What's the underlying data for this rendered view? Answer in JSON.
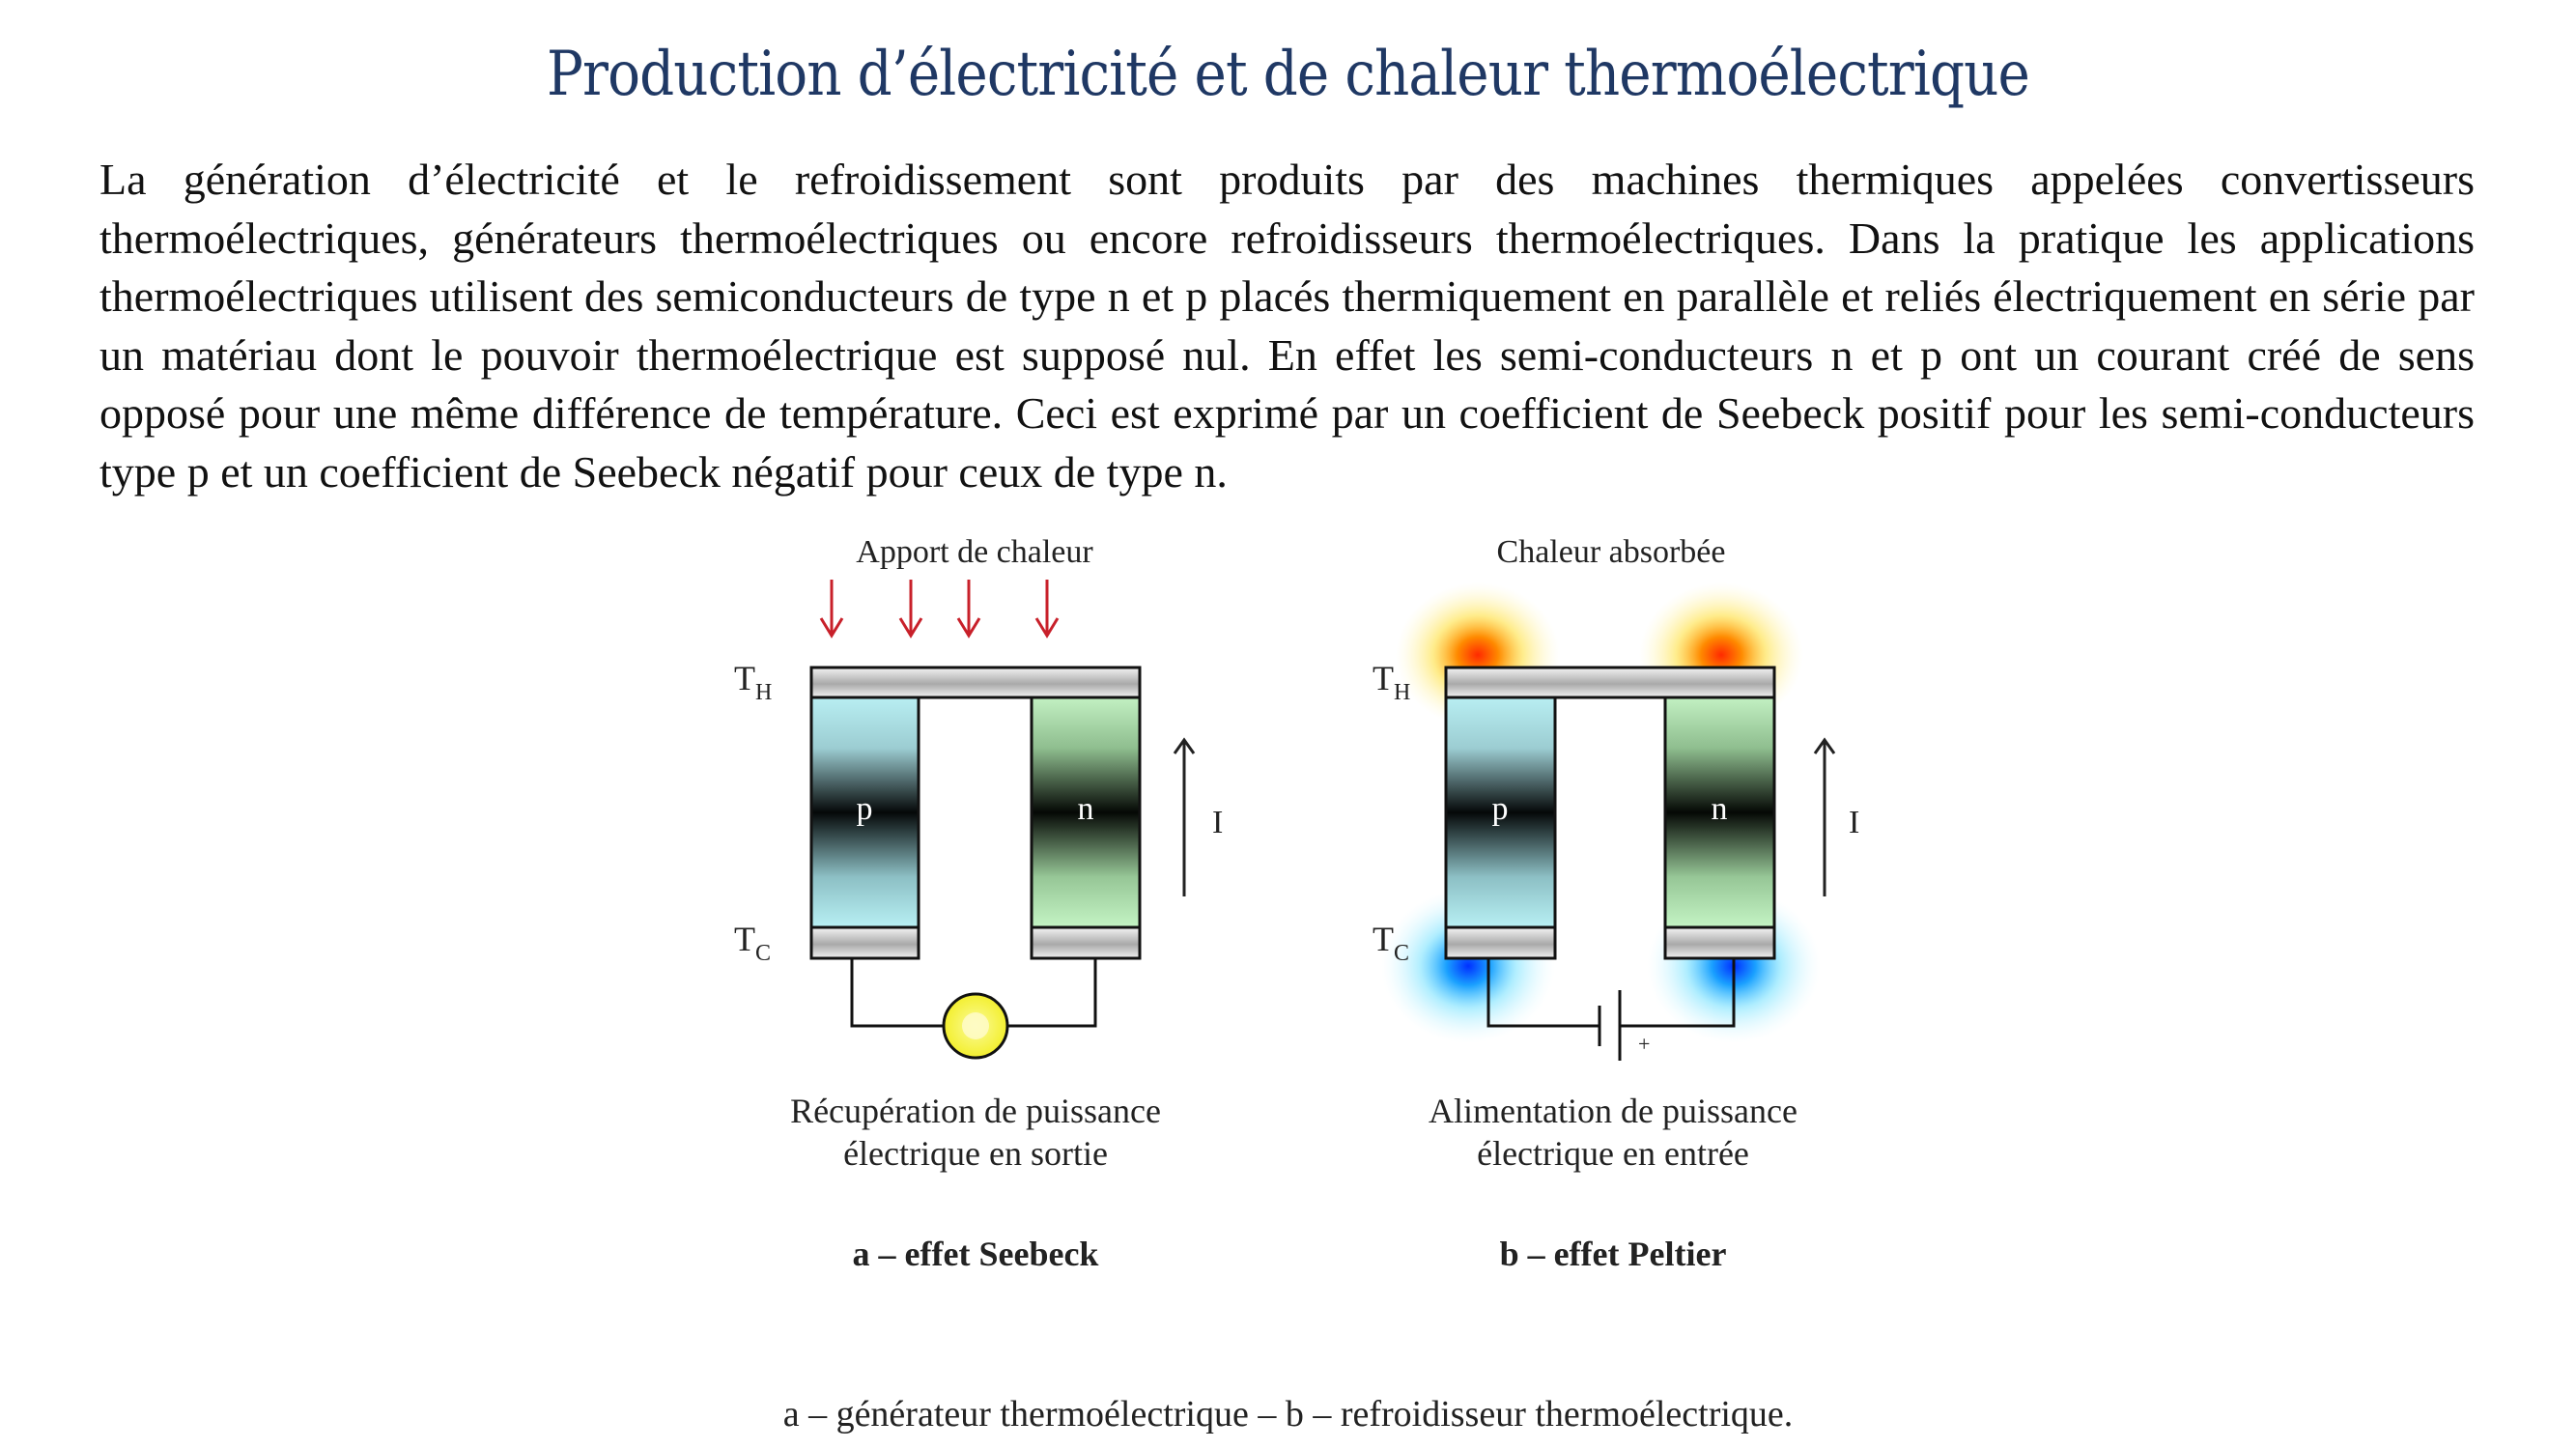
{
  "title": "Production d’électricité et de chaleur thermoélectrique",
  "paragraph": "La génération d’électricité et le refroidissement sont produits par des machines thermiques appelées convertisseurs thermoélectriques, générateurs thermoélectriques ou encore refroidisseurs thermoélectriques. Dans la pratique les applications thermoélectriques utilisent des semiconducteurs de type n et p placés thermiquement en parallèle et reliés électriquement en série par un matériau dont le pouvoir thermoélectrique est supposé nul. En effet les semi-conducteurs n et p ont un courant créé de sens opposé pour une même différence de température. Ceci est exprimé par un coefficient de Seebeck positif pour les semi-conducteurs type p et un coefficient de Seebeck négatif pour ceux de type n.",
  "figure": {
    "seebeck": {
      "top_label": "Apport de chaleur",
      "hot_label": "T",
      "hot_sub": "H",
      "cold_label": "T",
      "cold_sub": "C",
      "p_label": "p",
      "n_label": "n",
      "current_label": "I",
      "caption_line1": "Récupération de puissance",
      "caption_line2": "électrique en sortie",
      "name": "a – effet Seebeck"
    },
    "peltier": {
      "top_label": "Chaleur absorbée",
      "hot_label": "T",
      "hot_sub": "H",
      "cold_label": "T",
      "cold_sub": "C",
      "p_label": "p",
      "n_label": "n",
      "current_label": "I",
      "battery_plus": "+",
      "caption_line1": "Alimentation de puissance",
      "caption_line2": "électrique en entrée",
      "name": "b – effet Peltier"
    },
    "caption": "a – générateur thermoélectrique – b – refroidisseur thermoélectrique."
  },
  "colors": {
    "title": "#1f3864",
    "arrow_heat": "#c8202a",
    "p_leg": "#b8eef2",
    "n_leg": "#c2f0c2",
    "hot_glow": "#ff3b00",
    "cold_glow": "#0050ff",
    "bulb": "#f6f23a"
  }
}
